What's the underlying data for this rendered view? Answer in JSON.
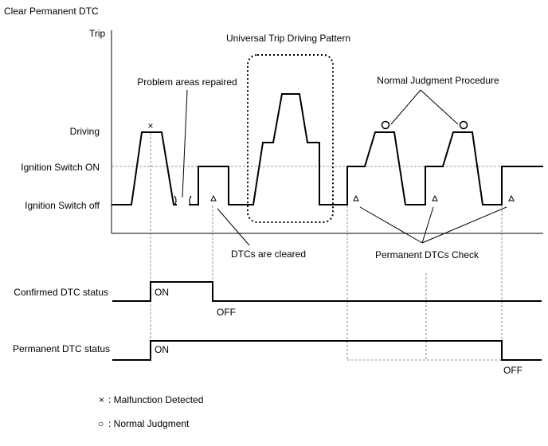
{
  "title": "Clear Permanent DTC",
  "y_axis": {
    "label": "Trip",
    "levels": {
      "driving": "Driving",
      "ignition_on": "Ignition Switch ON",
      "ignition_off": "Ignition Switch off"
    }
  },
  "annotations": {
    "universal_trip": "Universal Trip Driving Pattern",
    "problem_repaired": "Problem areas repaired",
    "normal_judgment_procedure": "Normal Judgment Procedure",
    "dtcs_cleared": "DTCs are cleared",
    "permanent_dtcs_check": "Permanent DTCs Check"
  },
  "status_rows": {
    "confirmed": {
      "label": "Confirmed DTC status",
      "on": "ON",
      "off": "OFF"
    },
    "permanent": {
      "label": "Permanent DTC status",
      "on": "ON",
      "off": "OFF"
    }
  },
  "legend": [
    {
      "symbol": "×",
      "icon": "cross-icon",
      "text": ": Malfunction Detected"
    },
    {
      "symbol": "○",
      "icon": "circle-icon",
      "text": ": Normal Judgment"
    }
  ]
}
